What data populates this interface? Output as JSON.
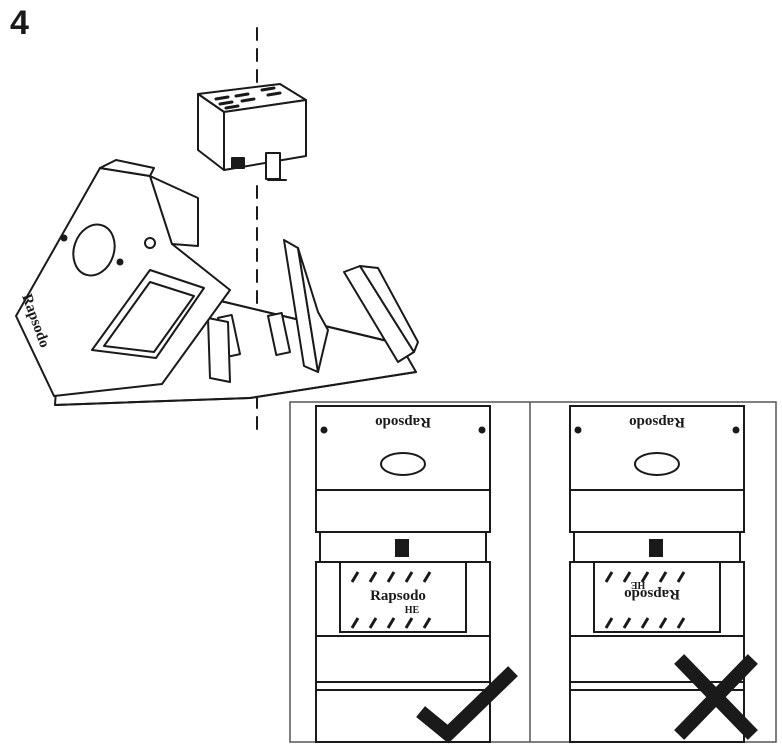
{
  "step": {
    "number": "4"
  },
  "brand": {
    "logo_text": "Rapsodo",
    "unit_badge": "HE"
  },
  "panels": [
    {
      "name": "correct-orientation",
      "indicator": "check-icon"
    },
    {
      "name": "incorrect-orientation",
      "indicator": "cross-icon"
    }
  ],
  "colors": {
    "line": "#1a1a1a",
    "panel_border": "#555555",
    "background": "#ffffff"
  }
}
